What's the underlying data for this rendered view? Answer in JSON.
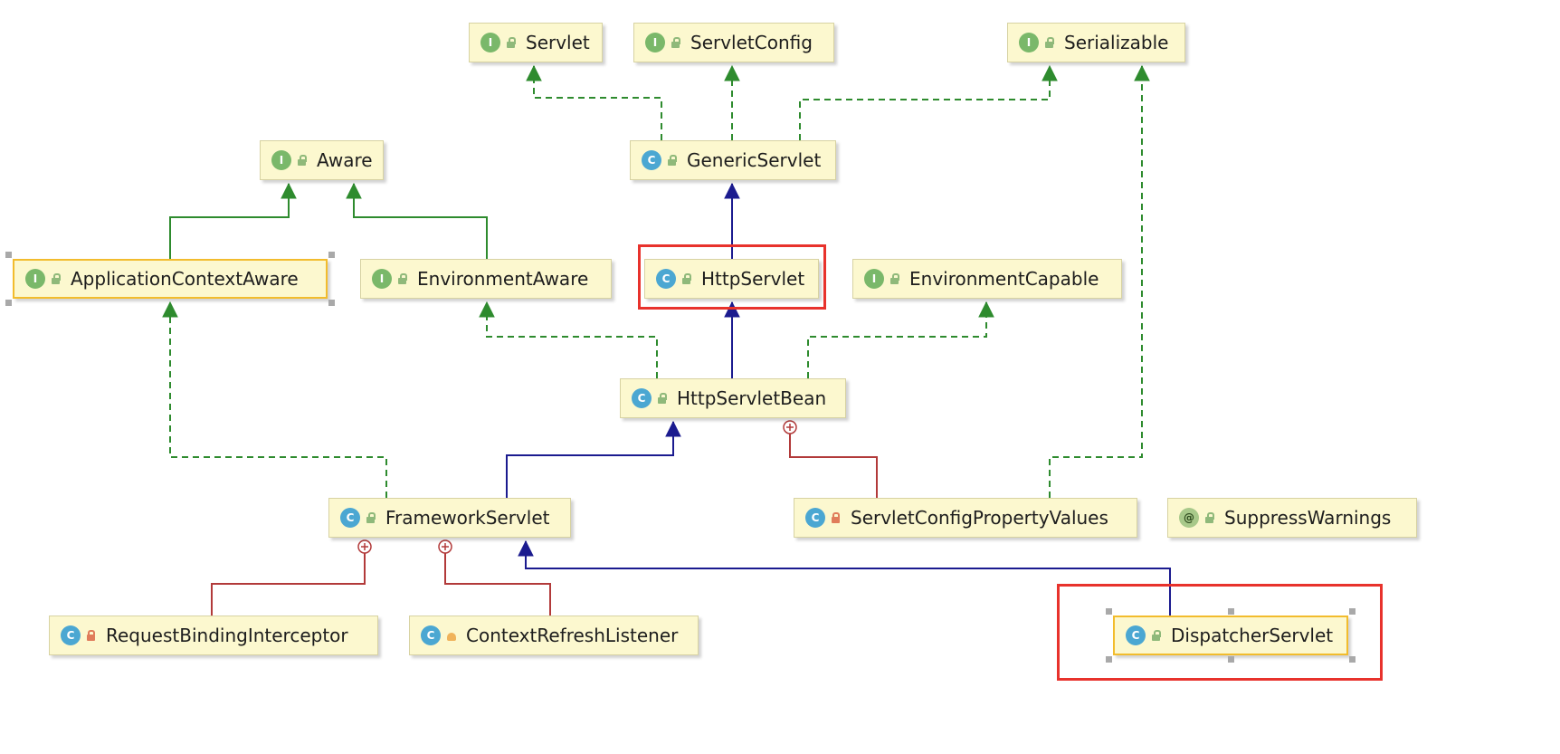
{
  "nodes": [
    {
      "id": "servlet",
      "label": "Servlet",
      "kind": "interface",
      "visibility": "public"
    },
    {
      "id": "servletconfig",
      "label": "ServletConfig",
      "kind": "interface",
      "visibility": "public"
    },
    {
      "id": "serializable",
      "label": "Serializable",
      "kind": "interface",
      "visibility": "public"
    },
    {
      "id": "aware",
      "label": "Aware",
      "kind": "interface",
      "visibility": "public"
    },
    {
      "id": "genericservlet",
      "label": "GenericServlet",
      "kind": "class",
      "visibility": "public"
    },
    {
      "id": "applicationcontextaware",
      "label": "ApplicationContextAware",
      "kind": "interface",
      "visibility": "public"
    },
    {
      "id": "environmentaware",
      "label": "EnvironmentAware",
      "kind": "interface",
      "visibility": "public"
    },
    {
      "id": "httpservlet",
      "label": "HttpServlet",
      "kind": "class",
      "visibility": "public"
    },
    {
      "id": "environmentcapable",
      "label": "EnvironmentCapable",
      "kind": "interface",
      "visibility": "public"
    },
    {
      "id": "httpservletbean",
      "label": "HttpServletBean",
      "kind": "class",
      "visibility": "public"
    },
    {
      "id": "frameworkservlet",
      "label": "FrameworkServlet",
      "kind": "class",
      "visibility": "public"
    },
    {
      "id": "servletconfigpropertyvalues",
      "label": "ServletConfigPropertyValues",
      "kind": "class",
      "visibility": "private"
    },
    {
      "id": "suppresswarnings",
      "label": "SuppressWarnings",
      "kind": "annotation",
      "visibility": "public"
    },
    {
      "id": "requestbindinginterceptor",
      "label": "RequestBindingInterceptor",
      "kind": "class",
      "visibility": "private"
    },
    {
      "id": "contextrefreshlistener",
      "label": "ContextRefreshListener",
      "kind": "class",
      "visibility": "protected"
    },
    {
      "id": "dispatcherservlet",
      "label": "DispatcherServlet",
      "kind": "class",
      "visibility": "public"
    }
  ],
  "edges": [
    {
      "from": "genericservlet",
      "to": "servlet",
      "type": "implements"
    },
    {
      "from": "genericservlet",
      "to": "servletconfig",
      "type": "implements"
    },
    {
      "from": "genericservlet",
      "to": "serializable",
      "type": "implements"
    },
    {
      "from": "httpservlet",
      "to": "genericservlet",
      "type": "extends"
    },
    {
      "from": "applicationcontextaware",
      "to": "aware",
      "type": "extends-interface"
    },
    {
      "from": "environmentaware",
      "to": "aware",
      "type": "extends-interface"
    },
    {
      "from": "httpservletbean",
      "to": "httpservlet",
      "type": "extends"
    },
    {
      "from": "httpservletbean",
      "to": "environmentaware",
      "type": "implements"
    },
    {
      "from": "httpservletbean",
      "to": "environmentcapable",
      "type": "implements"
    },
    {
      "from": "frameworkservlet",
      "to": "httpservletbean",
      "type": "extends"
    },
    {
      "from": "frameworkservlet",
      "to": "applicationcontextaware",
      "type": "implements"
    },
    {
      "from": "servletconfigpropertyvalues",
      "to": "httpservletbean",
      "type": "inner"
    },
    {
      "from": "servletconfigpropertyvalues",
      "to": "serializable",
      "type": "implements"
    },
    {
      "from": "requestbindinginterceptor",
      "to": "frameworkservlet",
      "type": "inner"
    },
    {
      "from": "contextrefreshlistener",
      "to": "frameworkservlet",
      "type": "inner"
    },
    {
      "from": "dispatcherservlet",
      "to": "frameworkservlet",
      "type": "extends"
    }
  ],
  "colors": {
    "extends": "#1b1b8f",
    "implements": "#2e8b2e",
    "extends-interface": "#2e8b2e",
    "inner": "#b23a3a",
    "highlight": "#e8322c",
    "node_fill": "#fcf8cf"
  },
  "highlighted": [
    "httpservlet",
    "dispatcherservlet"
  ],
  "selected": [
    "applicationcontextaware",
    "dispatcherservlet"
  ]
}
